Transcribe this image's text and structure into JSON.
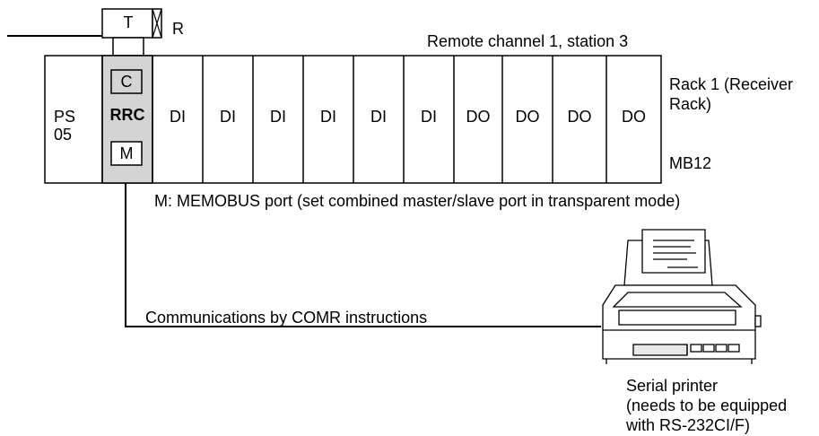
{
  "terminator": {
    "label": "T",
    "side_label": "R"
  },
  "rack": {
    "header": "Remote channel 1, station 3",
    "power_supply": {
      "line1": "PS",
      "line2": "05"
    },
    "rrc": {
      "label": "RRC",
      "port_c": "C",
      "port_m": "M"
    },
    "modules": [
      "DI",
      "DI",
      "DI",
      "DI",
      "DI",
      "DI",
      "DO",
      "DO",
      "DO",
      "DO"
    ],
    "name": [
      "Rack 1 (Receiver",
      "Rack)"
    ],
    "base": "MB12"
  },
  "memobus_note": "M: MEMOBUS port (set combined master/slave port in transparent mode)",
  "link_label": "Communications by COMR instructions",
  "printer": {
    "caption": [
      "Serial printer",
      "(needs to be equipped",
      "with RS-232CI/F)"
    ]
  },
  "colors": {
    "rrc_highlight": "#d4d4d4",
    "line": "#000000"
  }
}
